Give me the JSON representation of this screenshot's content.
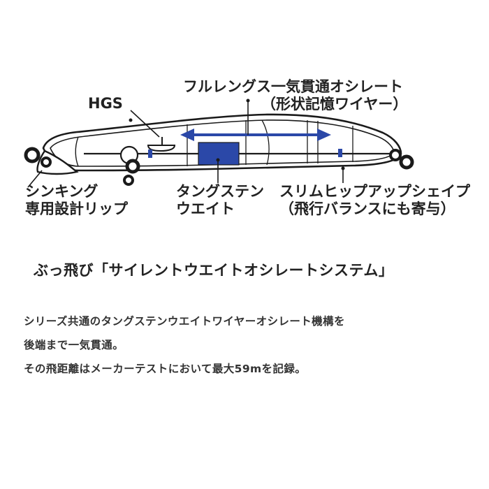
{
  "diagram": {
    "labels": {
      "hgs": "HGS",
      "full_length_line1": "フルレングス一気貫通オシレート",
      "full_length_line2": "（形状記憶ワイヤー）",
      "sinking_lip_line1": "シンキング",
      "sinking_lip_line2": "専用設計リップ",
      "tungsten_line1": "タングステン",
      "tungsten_line2": "ウエイト",
      "slim_hip_line1": "スリムヒップアップシェイプ",
      "slim_hip_line2": "（飛行バランスにも寄与）"
    },
    "colors": {
      "weight_blue": "#2b48a8",
      "arrow_blue": "#2b48a8",
      "outline": "#1a1a1a"
    }
  },
  "system": {
    "heading": "ぶっ飛び「サイレントウエイトオシレートシステム」",
    "description_lines": [
      "シリーズ共通のタングステンウエイトワイヤーオシレート機構を",
      "後端まで一気貫通。",
      "その飛距離はメーカーテストにおいて最大59mを記録。"
    ]
  }
}
